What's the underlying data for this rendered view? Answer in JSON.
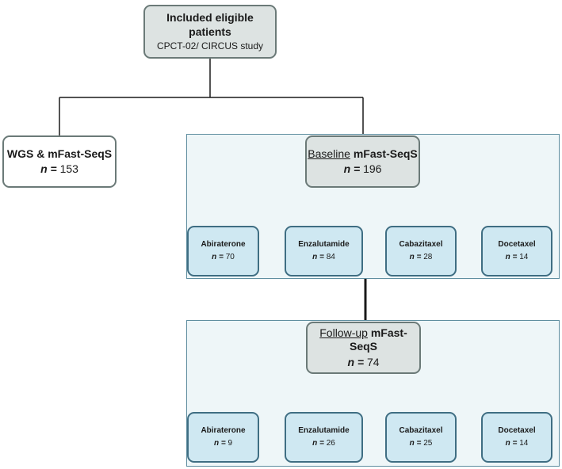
{
  "top": {
    "title": "Included eligible patients",
    "subtitle": "CPCT-02/ CIRCUS study"
  },
  "wgs": {
    "label": "WGS & mFast-SeqS",
    "n_label": "n =",
    "n_value": "153"
  },
  "baseline": {
    "label_underlined": "Baseline",
    "label_rest": "mFast-SeqS",
    "n_label": "n =",
    "n_value": "196",
    "treatments": [
      {
        "name": "Abiraterone",
        "n_label": "n =",
        "n_value": "70"
      },
      {
        "name": "Enzalutamide",
        "n_label": "n =",
        "n_value": "84"
      },
      {
        "name": "Cabazitaxel",
        "n_label": "n =",
        "n_value": "28"
      },
      {
        "name": "Docetaxel",
        "n_label": "n =",
        "n_value": "14"
      }
    ]
  },
  "followup": {
    "label_underlined": "Follow-up",
    "label_rest": "mFast-SeqS",
    "n_label": "n =",
    "n_value": "74",
    "treatments": [
      {
        "name": "Abiraterone",
        "n_label": "n =",
        "n_value": "9"
      },
      {
        "name": "Enzalutamide",
        "n_label": "n =",
        "n_value": "26"
      },
      {
        "name": "Cabazitaxel",
        "n_label": "n =",
        "n_value": "25"
      },
      {
        "name": "Docetaxel",
        "n_label": "n =",
        "n_value": "14"
      }
    ]
  },
  "colors": {
    "panel_fill": "#eef6f8",
    "panel_border": "#5f8ea0",
    "grey_box": "#dde3e2",
    "blue_box": "#cfe8f2",
    "line": "#1a1a1a"
  }
}
